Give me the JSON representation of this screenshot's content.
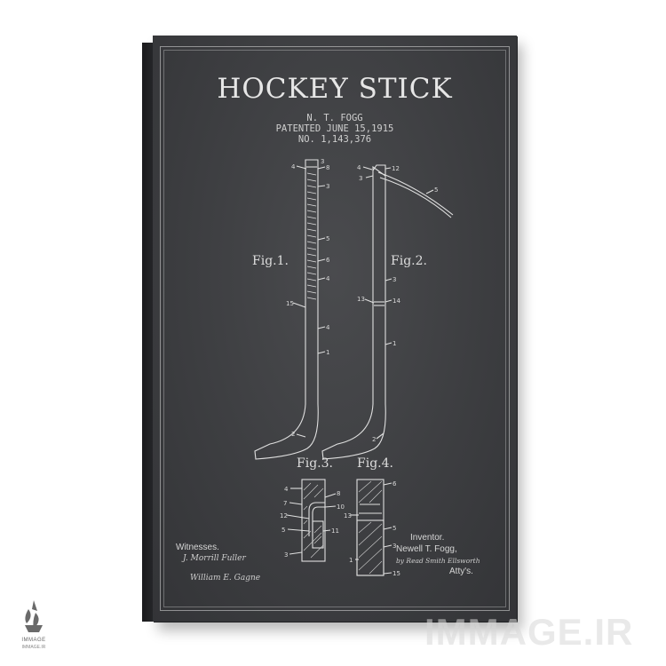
{
  "poster": {
    "title": "HOCKEY STICK",
    "inventor_line": "N. T. FOGG",
    "patent_date": "PATENTED JUNE 15,1915",
    "patent_number": "NO. 1,143,376",
    "fig1": "Fig.1.",
    "fig2": "Fig.2.",
    "fig3": "Fig.3.",
    "fig4": "Fig.4.",
    "witnesses_label": "Witnesses.",
    "witness1": "J. Morrill Fuller",
    "witness2": "William E. Gagne",
    "inventor_label": "Inventor.",
    "inventor_name": "Newell T. Fogg,",
    "attorney": "by Read Smith Ellsworth",
    "attys": "Atty's."
  },
  "watermark": {
    "text": "IMMAGE.IR",
    "logo_word": "IMMAGE",
    "logo_url": "IMMAGE.IR"
  },
  "colors": {
    "canvas": "#3d3e41",
    "lines": "#e0e0e0",
    "page_background": "#ffffff"
  }
}
